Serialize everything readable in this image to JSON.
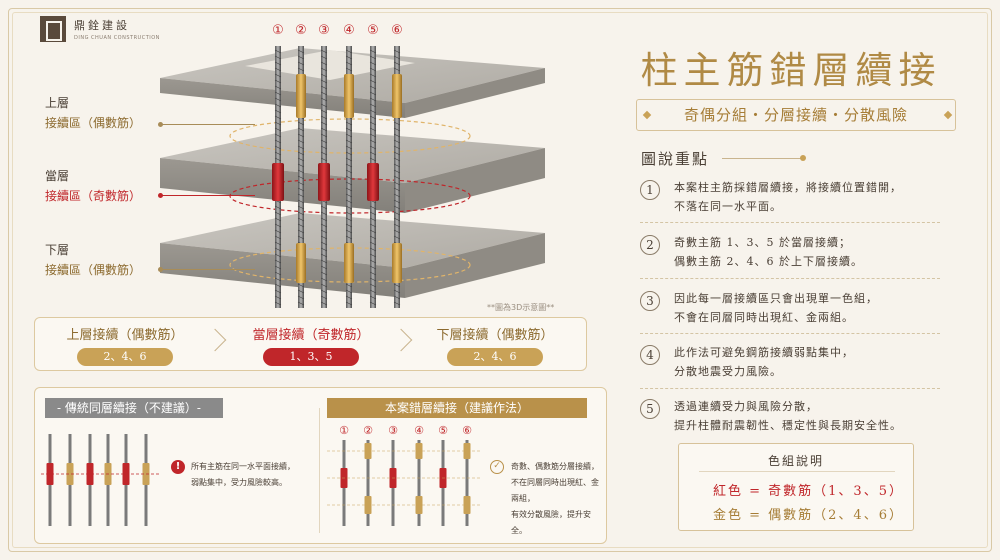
{
  "logo": {
    "name": "鼎銓建設",
    "sub": "DING CHUAN CONSTRUCTION"
  },
  "diagram": {
    "rebar_numbers": [
      "①",
      "②",
      "③",
      "④",
      "⑤",
      "⑥"
    ],
    "floors": [
      {
        "title": "上層",
        "zone": "接續區（偶數筋）",
        "color": "gold"
      },
      {
        "title": "當層",
        "zone": "接續區（奇數筋）",
        "color": "red"
      },
      {
        "title": "下層",
        "zone": "接續區（偶數筋）",
        "color": "gold"
      }
    ],
    "caption": "**圖為3D示意圖**"
  },
  "strip": [
    {
      "title": "上層接續（偶數筋）",
      "pill": "2、4、6",
      "color": "gold"
    },
    {
      "title": "當層接續（奇數筋）",
      "pill": "1、3、5",
      "color": "red"
    },
    {
      "title": "下層接續（偶數筋）",
      "pill": "2、4、6",
      "color": "gold"
    }
  ],
  "compare": {
    "traditional": {
      "tag": "- 傳統同層續接（不建議）-",
      "note_lines": [
        "所有主筋在同一水平面接續，",
        "弱點集中，受力風險較高。"
      ]
    },
    "proposed": {
      "tag": "本案錯層續接（建議作法）",
      "numbers": [
        "①",
        "②",
        "③",
        "④",
        "⑤",
        "⑥"
      ],
      "note_lines": [
        "奇數、偶數筋分層接續，",
        "不在同層同時出現紅、金兩組，",
        "有效分散風險，提升安全。"
      ]
    }
  },
  "right": {
    "title": "柱主筋錯層續接",
    "subtitle": "奇偶分組・分層接續・分散風險",
    "section_title": "圖說重點",
    "points": [
      {
        "num": "1",
        "lines": [
          "本案柱主筋採錯層續接，將接續位置錯開，",
          "不落在同一水平面。"
        ]
      },
      {
        "num": "2",
        "lines": [
          "奇數主筋 1、3、5 於當層接續；",
          "偶數主筋 2、4、6 於上下層接續。"
        ]
      },
      {
        "num": "3",
        "lines": [
          "因此每一層接續區只會出現單一色組，",
          "不會在同層同時出現紅、金兩組。"
        ]
      },
      {
        "num": "4",
        "lines": [
          "此作法可避免鋼筋接續弱點集中，",
          "分散地震受力風險。"
        ]
      },
      {
        "num": "5",
        "lines": [
          "透過連續受力與風險分散，",
          "提升柱體耐震韌性、穩定性與長期安全性。"
        ]
      }
    ],
    "color_legend": {
      "title": "色組說明",
      "red": "紅色 = 奇數筋（1、3、5）",
      "gold": "金色 = 偶數筋（2、4、6）"
    }
  },
  "colors": {
    "red": "#c0262a",
    "gold": "#c9a257",
    "accent": "#b08a45"
  }
}
